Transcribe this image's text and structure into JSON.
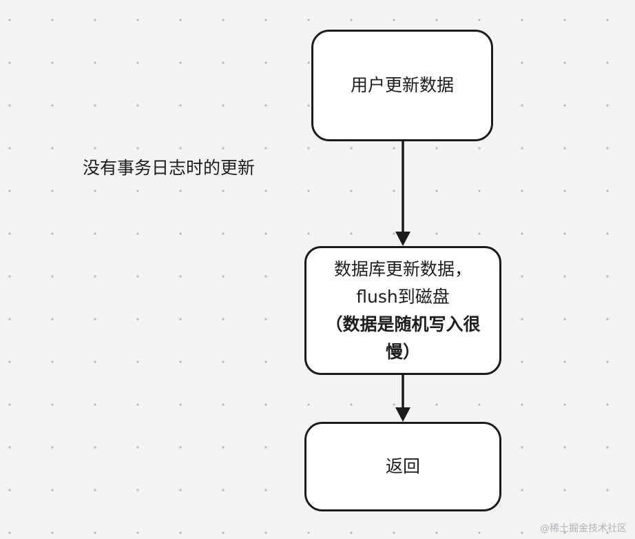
{
  "diagram": {
    "side_label": "没有事务日志时的更新",
    "nodes": [
      {
        "id": "user-update",
        "lines": [
          "用户更新数据"
        ]
      },
      {
        "id": "db-update",
        "lines": [
          "数据库更新数据，",
          "flush到磁盘",
          "（数据是随机写入很",
          "慢）"
        ]
      },
      {
        "id": "return",
        "lines": [
          "返回"
        ]
      }
    ],
    "edges": [
      {
        "from": "user-update",
        "to": "db-update"
      },
      {
        "from": "db-update",
        "to": "return"
      }
    ],
    "colors": {
      "background": "#f3f3f5",
      "node_fill": "#ffffff",
      "stroke": "#1b1b1b"
    }
  },
  "watermark": "@稀土掘金技术社区"
}
